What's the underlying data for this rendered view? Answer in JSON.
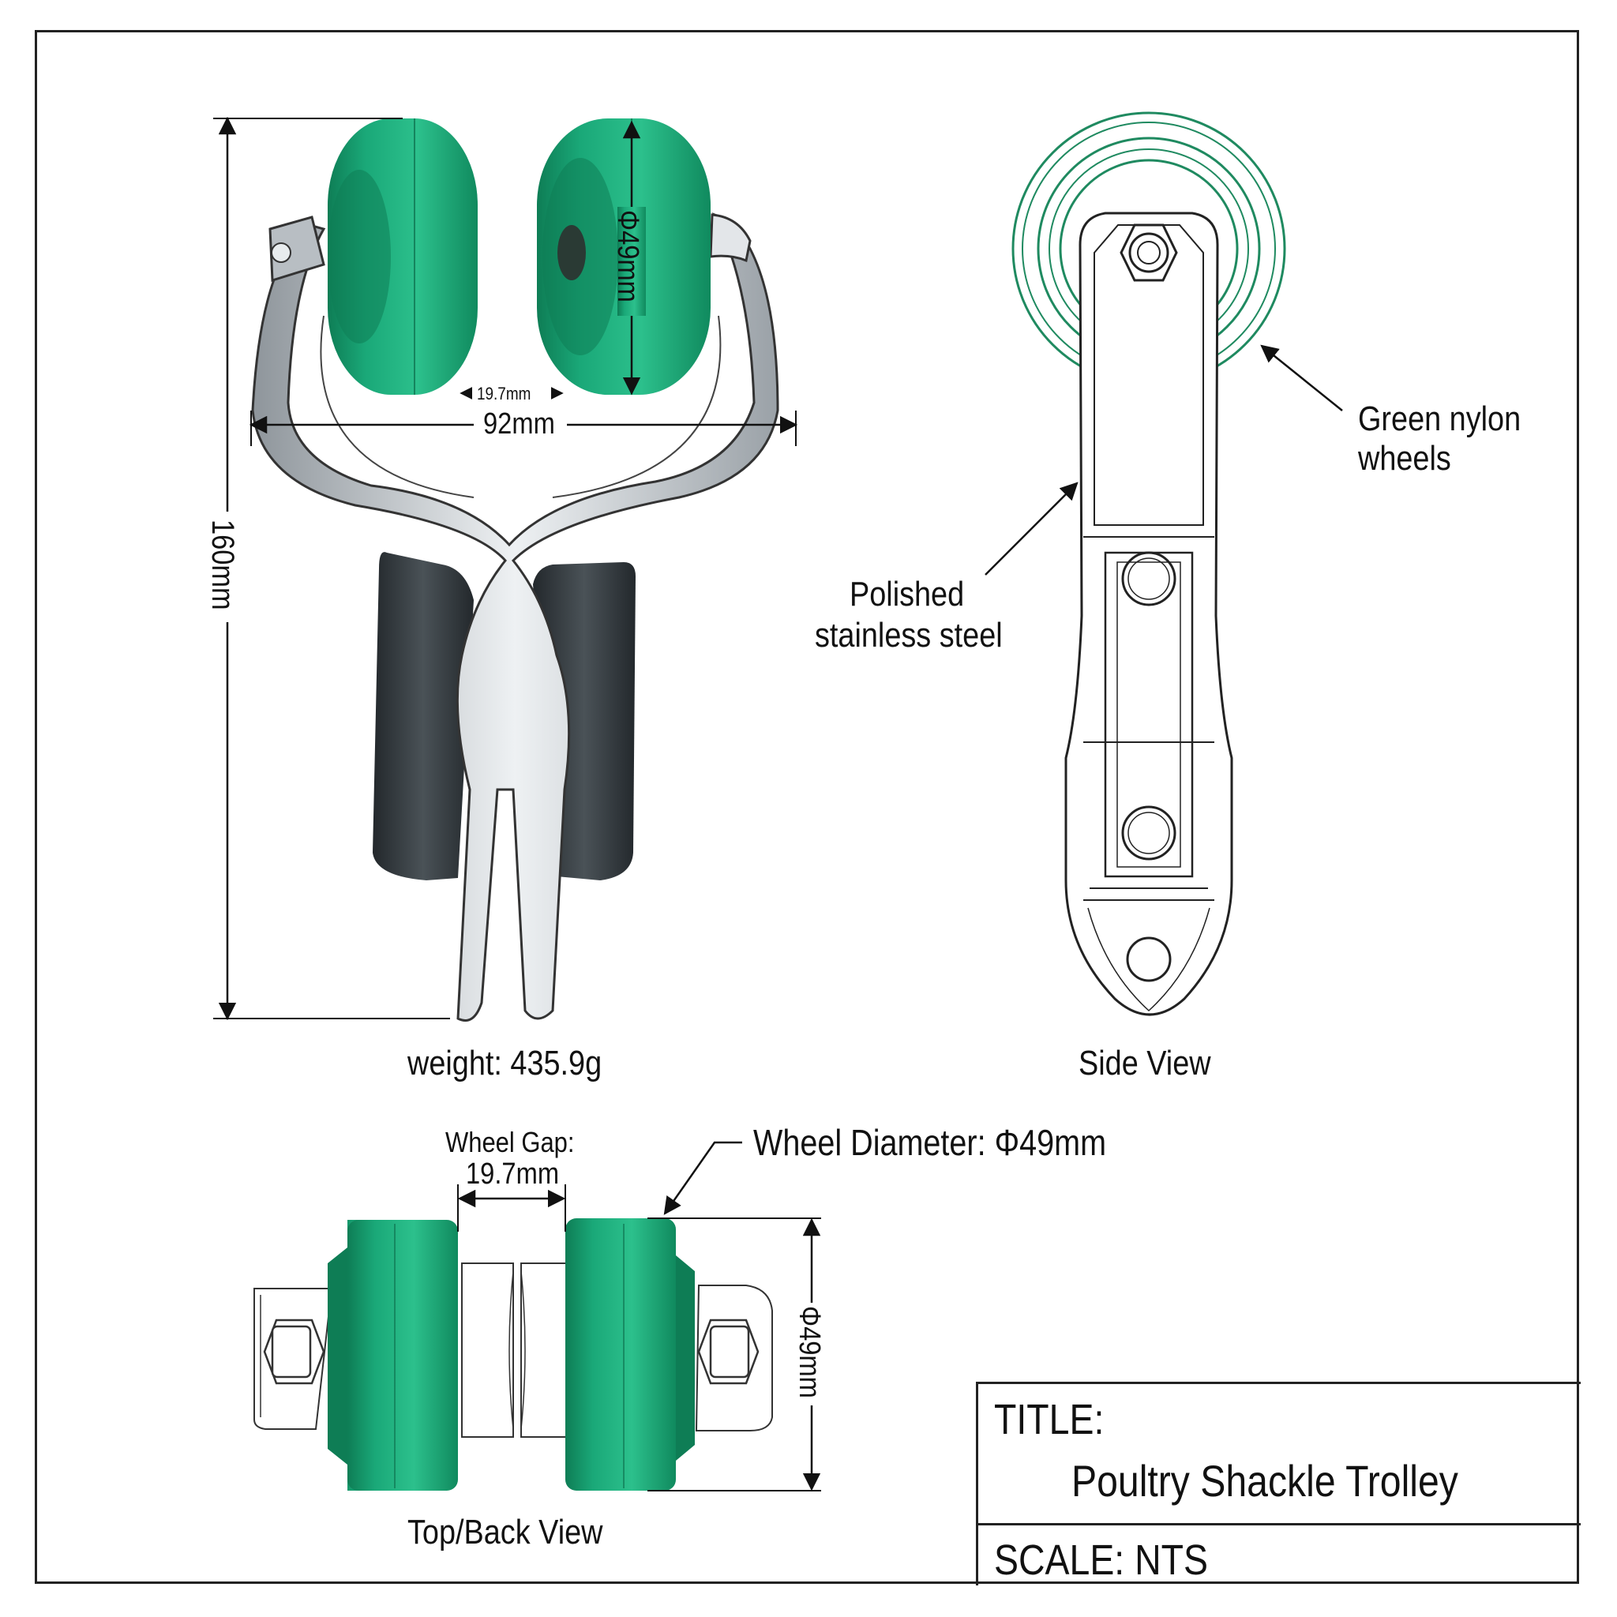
{
  "main_view": {
    "dim_height": "160mm",
    "dim_width": "92mm",
    "dim_gap": "19.7mm",
    "dim_wheel": "Φ49mm",
    "weight": "weight: 435.9g"
  },
  "side_view": {
    "label": "Side View",
    "callout_wheels": [
      "Green nylon",
      "wheels"
    ],
    "callout_steel": [
      "Polished",
      "stainless steel"
    ]
  },
  "top_view": {
    "label": "Top/Back View",
    "gap_caption": [
      "Wheel Gap:",
      "19.7mm"
    ],
    "diameter_callout": "Wheel Diameter: Φ49mm",
    "dim_wheel": "Φ49mm"
  },
  "title_block": {
    "title_label": "TITLE:",
    "title": "Poultry Shackle Trolley",
    "scale": "SCALE: NTS"
  },
  "colors": {
    "wheel_green": "#1aa878",
    "wheel_green_dark": "#0e7d55",
    "wheel_green_light": "#2cc08c",
    "grip_black": "#2e3438",
    "steel": "#c9ced3",
    "line": "#222222"
  }
}
